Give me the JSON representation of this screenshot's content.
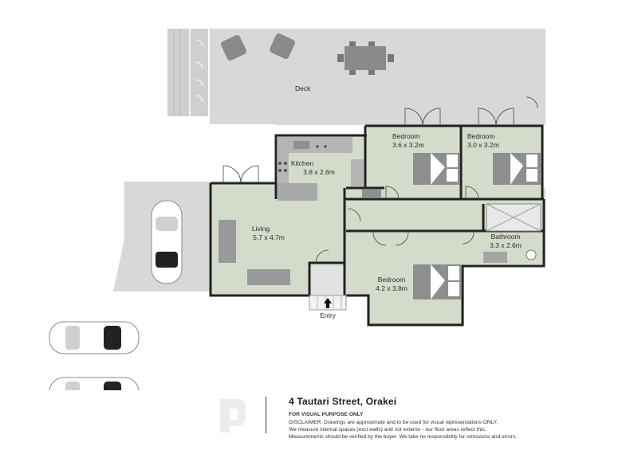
{
  "plan": {
    "rooms": [
      {
        "id": "deck",
        "name": "Deck",
        "dims": ""
      },
      {
        "id": "kitchen",
        "name": "Kitchen",
        "dims": "3.8 x 2.6m"
      },
      {
        "id": "living",
        "name": "Living",
        "dims": "5.7 x 4.7m"
      },
      {
        "id": "bedroom1",
        "name": "Bedroom",
        "dims": "3.6 x 3.2m"
      },
      {
        "id": "bedroom2",
        "name": "Bedroom",
        "dims": "3.0 x 3.2m"
      },
      {
        "id": "bathroom",
        "name": "Bathroom",
        "dims": "3.3 x 2.6m"
      },
      {
        "id": "bedroom3",
        "name": "Bedroom",
        "dims": "4.2 x 3.8m"
      }
    ],
    "entry_label": "Entry",
    "colors": {
      "room_fill": "#d3dccb",
      "outdoor_fill": "#d8d8d8",
      "wall": "#222222",
      "furniture": "#9a9a9a"
    }
  },
  "footer": {
    "address": "4 Tautari Street, Orakei",
    "purpose": "FOR VISUAL PURPOSE ONLY",
    "disclaimer_lines": [
      "DISCLAIMER:  Drawings are approximate and to be used for visual representations ONLY.",
      "We measure internal spaces (excl walls) and not exterior - our floor areas reflect this.",
      "Measurements should be verified by the buyer. We take no responsibility for omissions and errors."
    ]
  }
}
